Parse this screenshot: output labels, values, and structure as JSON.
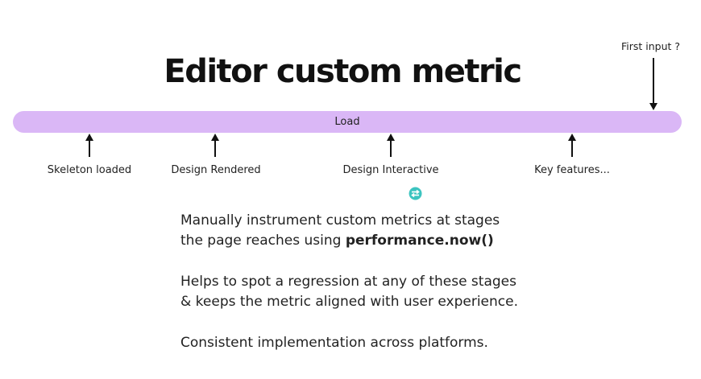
{
  "title": "Editor custom metric",
  "first_input_label": "First input ?",
  "bar_label": "Load",
  "stages": [
    {
      "label": "Skeleton loaded"
    },
    {
      "label": "Design Rendered"
    },
    {
      "label": "Design Interactive"
    },
    {
      "label": "Key features..."
    }
  ],
  "paragraphs": {
    "p1_line1": "Manually instrument custom metrics at stages",
    "p1_line2_prefix": "the page reaches using ",
    "p1_line2_code": "performance.now()",
    "p2_line1": "Helps to spot a regression at any of these stages",
    "p2_line2": "& keeps the metric aligned with user experience.",
    "p3_line1": "Consistent implementation across platforms."
  },
  "colors": {
    "bar": "#dab7f6",
    "icon": "#3cc4c0"
  }
}
